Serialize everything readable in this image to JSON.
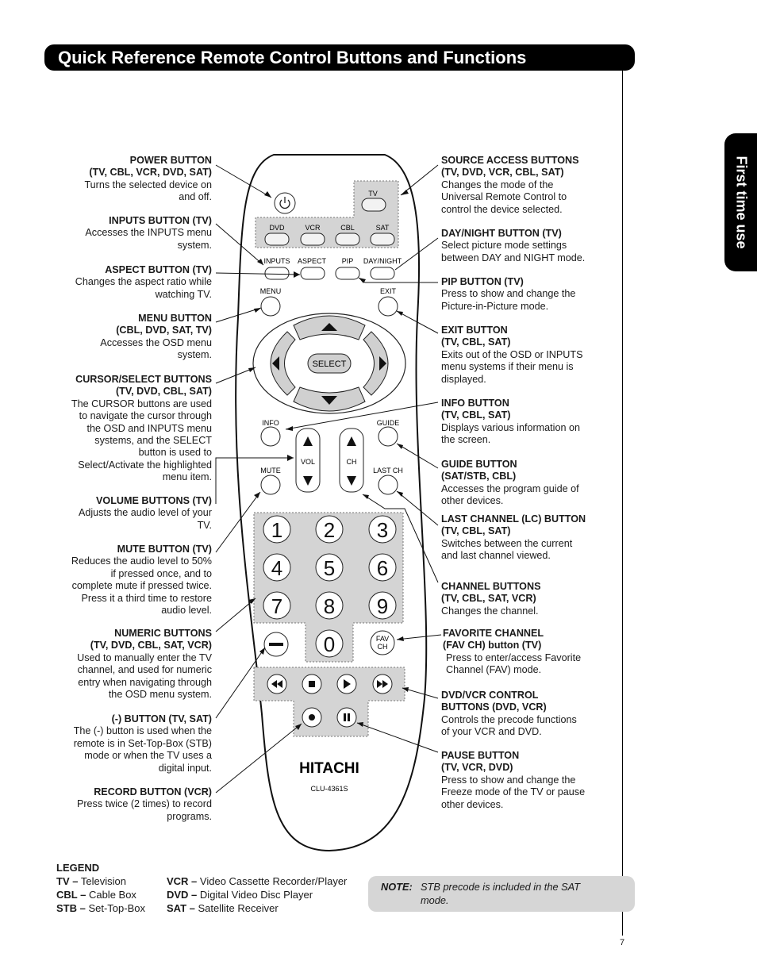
{
  "title": "Quick Reference Remote Control Buttons and Functions",
  "side_tab": "First time use",
  "page_number": "7",
  "remote": {
    "labels": {
      "tv": "TV",
      "dvd": "DVD",
      "vcr": "VCR",
      "cbl": "CBL",
      "sat": "SAT",
      "inputs": "INPUTS",
      "aspect": "ASPECT",
      "pip": "PIP",
      "daynight": "DAY/NIGHT",
      "menu": "MENU",
      "exit": "EXIT",
      "select": "SELECT",
      "info": "INFO",
      "guide": "GUIDE",
      "vol": "VOL",
      "ch": "CH",
      "mute": "MUTE",
      "lastch": "LAST CH",
      "fav1": "FAV",
      "fav2": "CH",
      "n1": "1",
      "n2": "2",
      "n3": "3",
      "n4": "4",
      "n5": "5",
      "n6": "6",
      "n7": "7",
      "n8": "8",
      "n9": "9",
      "n0": "0",
      "brand": "HITACHI",
      "model": "CLU-4361S"
    }
  },
  "left_callouts": [
    {
      "title": [
        "POWER BUTTON",
        "(TV, CBL, VCR, DVD, SAT)"
      ],
      "desc": [
        "Turns the selected device on",
        "and off."
      ]
    },
    {
      "title": [
        "INPUTS BUTTON (TV)"
      ],
      "desc": [
        "Accesses the INPUTS menu",
        "system."
      ]
    },
    {
      "title": [
        "ASPECT BUTTON (TV)"
      ],
      "desc": [
        "Changes the aspect ratio while",
        "watching TV."
      ]
    },
    {
      "title": [
        "MENU BUTTON",
        "(CBL, DVD, SAT, TV)"
      ],
      "desc": [
        "Accesses the OSD menu",
        "system."
      ]
    },
    {
      "title": [
        "CURSOR/SELECT BUTTONS",
        "(TV, DVD, CBL, SAT)"
      ],
      "desc": [
        "The CURSOR buttons are used",
        "to navigate the cursor through",
        "the OSD and INPUTS menu",
        "systems, and the SELECT",
        "button is used to",
        "Select/Activate the highlighted",
        "menu item."
      ]
    },
    {
      "title": [
        "VOLUME BUTTONS (TV)"
      ],
      "desc": [
        "Adjusts the audio level of your",
        "TV."
      ]
    },
    {
      "title": [
        "MUTE BUTTON (TV)"
      ],
      "desc": [
        "Reduces the audio level to 50%",
        "if pressed once, and to",
        "complete mute if pressed twice.",
        "Press it a third time to restore",
        "audio level."
      ]
    },
    {
      "title": [
        "NUMERIC BUTTONS",
        "(TV, DVD, CBL, SAT, VCR)"
      ],
      "desc": [
        "Used to manually enter the TV",
        "channel, and used for numeric",
        "entry when navigating through",
        "the OSD menu system."
      ]
    },
    {
      "title": [
        "(-) BUTTON (TV, SAT)"
      ],
      "desc": [
        "The (-) button is used when the",
        "remote is in Set-Top-Box (STB)",
        "mode or when the TV uses a",
        "digital input."
      ]
    },
    {
      "title": [
        "RECORD BUTTON (VCR)"
      ],
      "desc": [
        "Press twice (2 times) to record",
        "programs."
      ]
    }
  ],
  "right_callouts": [
    {
      "title": [
        "SOURCE ACCESS BUTTONS",
        "(TV, DVD, VCR, CBL, SAT)"
      ],
      "desc": [
        "Changes the mode of the",
        "Universal Remote Control to",
        "control the device selected."
      ]
    },
    {
      "title": [
        "DAY/NIGHT BUTTON (TV)"
      ],
      "desc": [
        "Select picture mode settings",
        "between DAY and NIGHT mode."
      ]
    },
    {
      "title": [
        "PIP BUTTON (TV)"
      ],
      "desc": [
        "Press to show and change the",
        "Picture-in-Picture mode."
      ]
    },
    {
      "title": [
        "EXIT BUTTON",
        "(TV, CBL, SAT)"
      ],
      "desc": [
        "Exits out of the OSD or INPUTS",
        "menu systems if their menu is",
        "displayed."
      ]
    },
    {
      "title": [
        "INFO BUTTON",
        "(TV, CBL, SAT)"
      ],
      "desc": [
        "Displays various information on",
        "the screen."
      ]
    },
    {
      "title": [
        "GUIDE BUTTON",
        "(SAT/STB, CBL)"
      ],
      "desc": [
        "Accesses the program guide of",
        "other devices."
      ]
    },
    {
      "title": [
        "LAST CHANNEL (LC) BUTTON",
        "(TV, CBL, SAT)"
      ],
      "desc": [
        "Switches between the current",
        "and last channel viewed."
      ]
    },
    {
      "title": [
        "CHANNEL BUTTONS",
        "(TV, CBL, SAT, VCR)"
      ],
      "desc": [
        "Changes the channel."
      ]
    },
    {
      "title": [
        "FAVORITE CHANNEL",
        "(FAV CH) button (TV)"
      ],
      "desc": [
        "Press to enter/access Favorite",
        "Channel (FAV) mode."
      ]
    },
    {
      "title": [
        "DVD/VCR CONTROL",
        "BUTTONS (DVD, VCR)"
      ],
      "desc": [
        "Controls the precode functions",
        "of your VCR and DVD."
      ]
    },
    {
      "title": [
        "PAUSE BUTTON",
        "(TV, VCR, DVD)"
      ],
      "desc": [
        "Press to show and change the",
        "Freeze mode of the TV or pause",
        "other devices."
      ]
    }
  ],
  "legend": {
    "heading": "LEGEND",
    "col1": [
      {
        "abbr": "TV –",
        "text": "Television"
      },
      {
        "abbr": "CBL –",
        "text": "Cable Box"
      },
      {
        "abbr": "STB –",
        "text": "Set-Top-Box"
      }
    ],
    "col2": [
      {
        "abbr": "VCR –",
        "text": "Video Cassette Recorder/Player"
      },
      {
        "abbr": "DVD –",
        "text": "Digital Video Disc Player"
      },
      {
        "abbr": "SAT –",
        "text": "Satellite Receiver"
      }
    ]
  },
  "note": {
    "label": "NOTE:",
    "text": "STB precode is included in the SAT mode."
  }
}
